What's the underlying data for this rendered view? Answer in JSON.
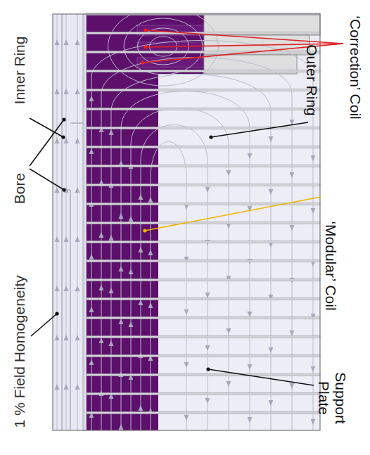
{
  "diagram": {
    "labels": [
      "‘Correction’ Coil",
      "Inner Ring",
      "Outer Ring",
      "Bore",
      "‘Modular’ Coil",
      "1 % Field Homogeneity",
      "Support Plate"
    ]
  }
}
